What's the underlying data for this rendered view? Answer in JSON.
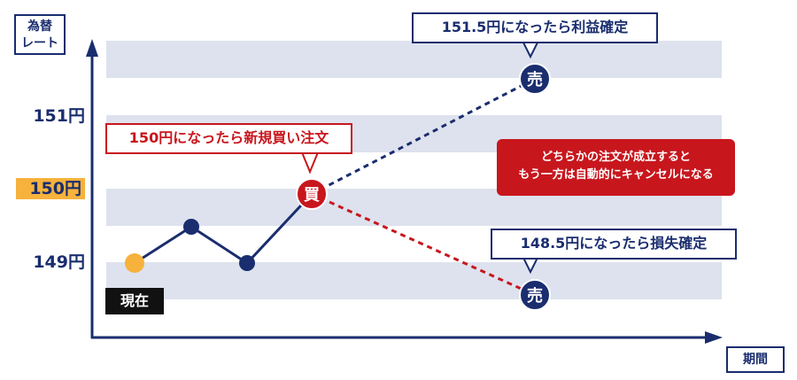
{
  "axis": {
    "y_title_line1": "為替",
    "y_title_line2": "レート",
    "x_title": "期間",
    "y_ticks": [
      "151円",
      "150円",
      "149円"
    ]
  },
  "current_label": "現在",
  "buy_marker": "買",
  "sell_marker": "売",
  "callouts": {
    "take_profit": "151.5円になったら利益確定",
    "new_buy": "150円になったら新規買い注文",
    "stop_loss": "148.5円になったら損失確定"
  },
  "note": {
    "line1": "どちらかの注文が成立すると",
    "line2": "もう一方は自動的にキャンセルになる"
  },
  "colors": {
    "navy": "#1a2d6e",
    "red": "#c8161d",
    "orange": "#f6b23c",
    "band": "#dde2ee"
  }
}
